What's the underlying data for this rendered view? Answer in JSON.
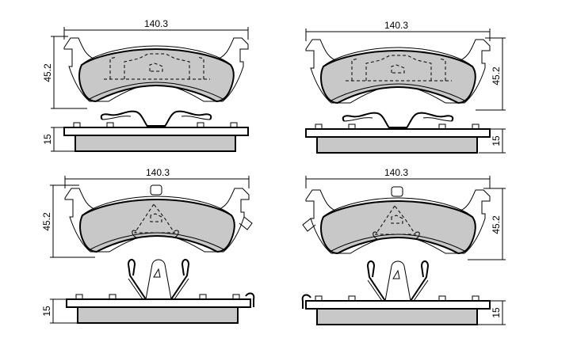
{
  "diagram": {
    "title": "Brake pad set technical drawing",
    "fill_color": "#c8c8c8",
    "line_color": "#000000",
    "background": "#ffffff",
    "units": "mm",
    "pads": [
      {
        "id": "top-left",
        "width_label": "140.3",
        "height_label": "45.2",
        "thickness_label": "15",
        "pattern": "dashed-rectangles",
        "clip": "spring-clip",
        "sensor": "none"
      },
      {
        "id": "top-right",
        "width_label": "140.3",
        "height_label": "45.2",
        "thickness_label": "15",
        "pattern": "dashed-rectangles",
        "clip": "spring-clip",
        "sensor": "none"
      },
      {
        "id": "bottom-left",
        "width_label": "140.3",
        "height_label": "45.2",
        "thickness_label": "15",
        "pattern": "dashed-triangle",
        "clip": "three-prong-clip",
        "sensor": "right"
      },
      {
        "id": "bottom-right",
        "width_label": "140.3",
        "height_label": "45.2",
        "thickness_label": "15",
        "pattern": "dashed-triangle",
        "clip": "three-prong-clip",
        "sensor": "left"
      }
    ]
  }
}
